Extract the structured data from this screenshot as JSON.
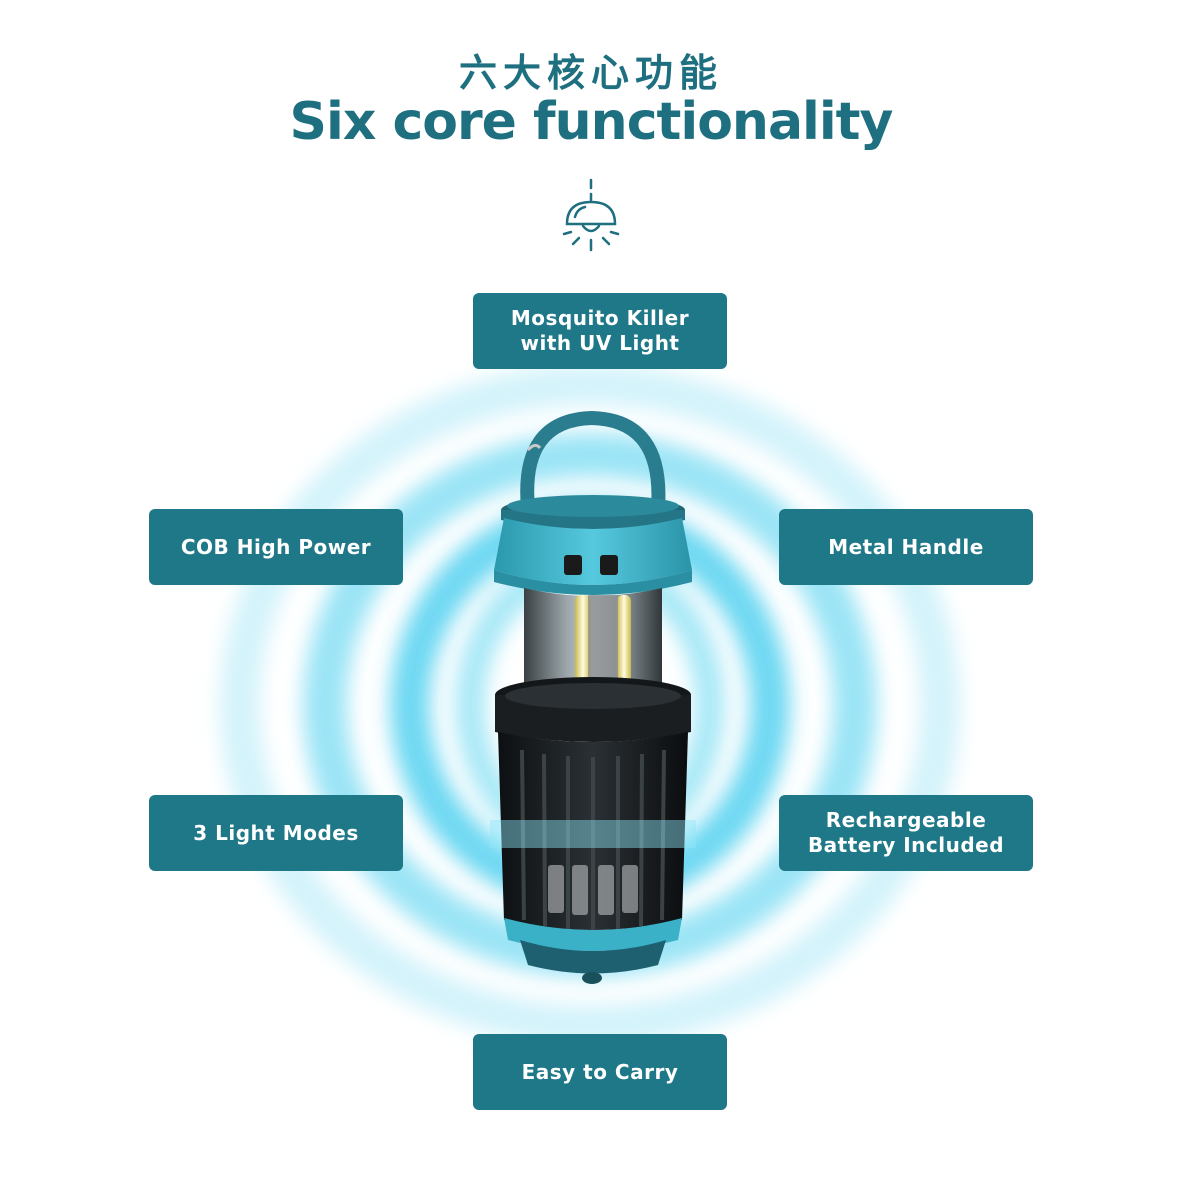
{
  "header": {
    "title_cn": "六大核心功能",
    "title_en": "Six core functionality",
    "icon": "hanging-lamp-icon"
  },
  "features": {
    "top": [
      "Mosquito Killer",
      "with UV Light"
    ],
    "left_upper": "COB High Power",
    "right_upper": "Metal Handle",
    "left_lower": "3 Light Modes",
    "right_lower": [
      "Rechargeable",
      "Battery Included"
    ],
    "bottom": "Easy to Carry"
  },
  "colors": {
    "brand": "#1e6f7f",
    "label_bg": "#1f7887",
    "glow": "#4fd3f2",
    "lamp_teal": "#3bb1c8"
  }
}
